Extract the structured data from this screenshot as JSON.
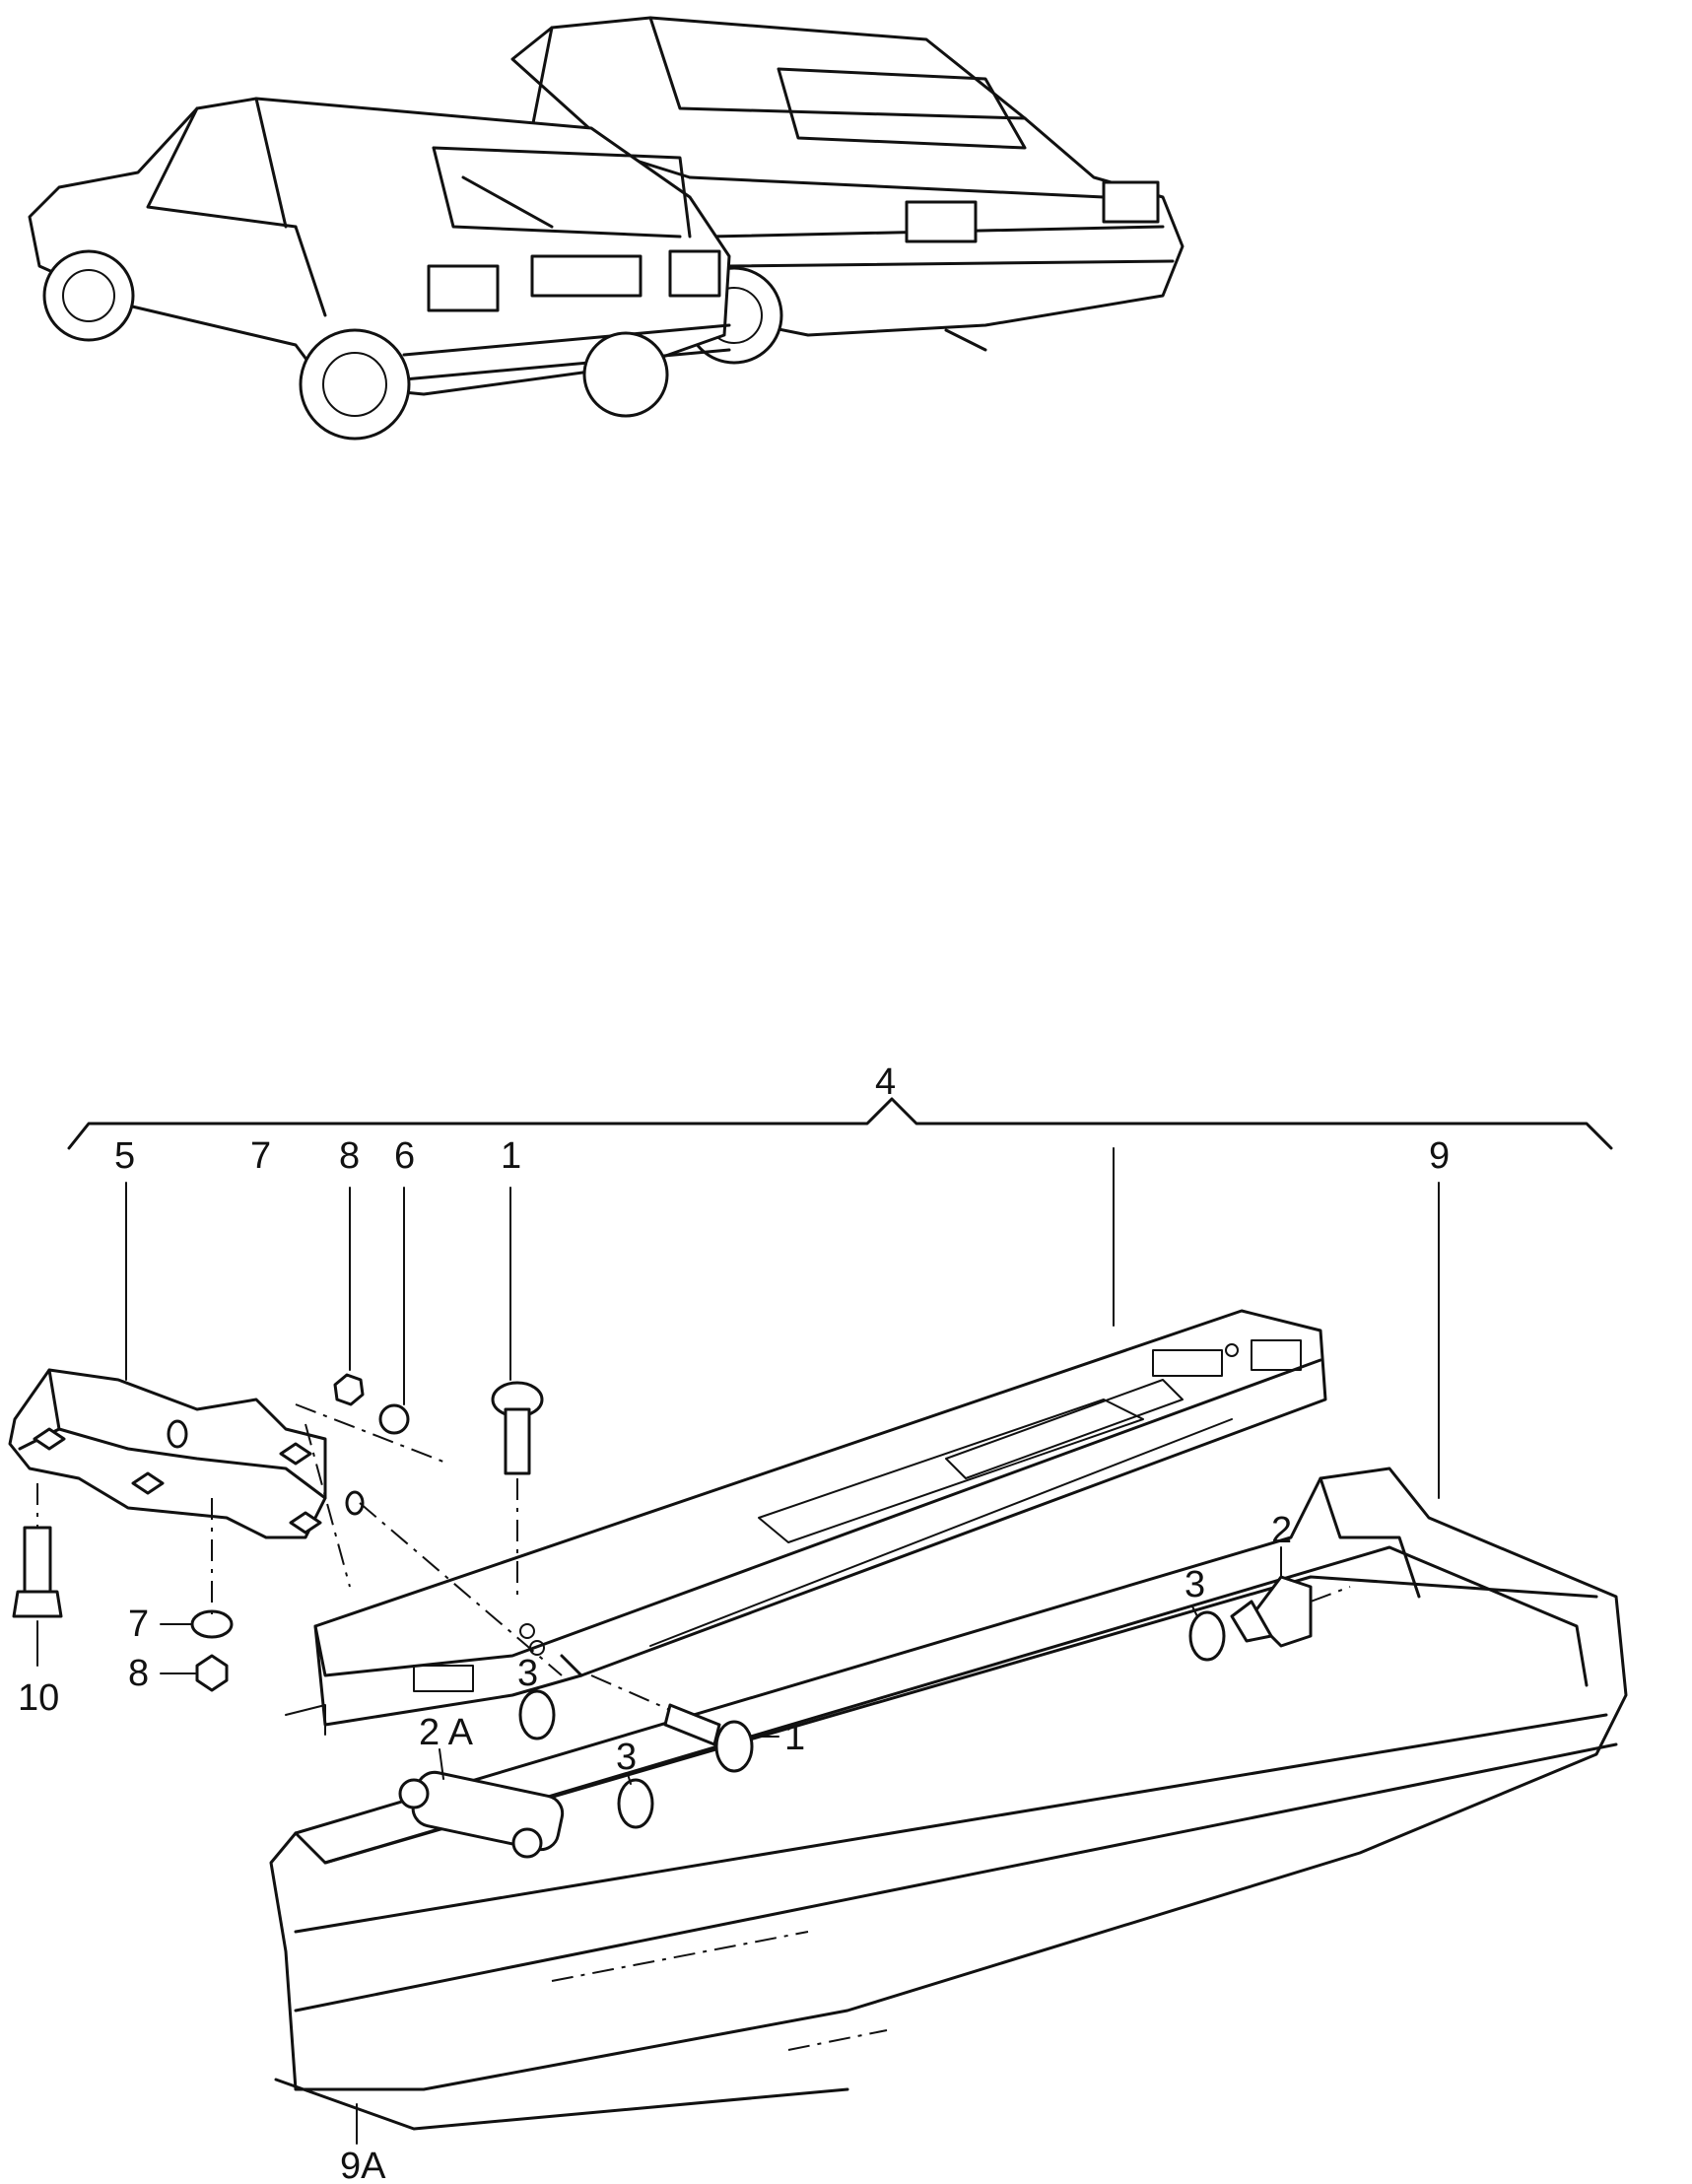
{
  "diagram": {
    "callouts": [
      {
        "id": "c4",
        "text": "4"
      },
      {
        "id": "c5",
        "text": "5"
      },
      {
        "id": "c7a",
        "text": "7"
      },
      {
        "id": "c8a",
        "text": "8"
      },
      {
        "id": "c6",
        "text": "6"
      },
      {
        "id": "c1a",
        "text": "1"
      },
      {
        "id": "c9",
        "text": "9"
      },
      {
        "id": "c2",
        "text": "2"
      },
      {
        "id": "c3a",
        "text": "3"
      },
      {
        "id": "c7b",
        "text": "7"
      },
      {
        "id": "c8b",
        "text": "8"
      },
      {
        "id": "c10",
        "text": "10"
      },
      {
        "id": "c1b",
        "text": "1"
      },
      {
        "id": "c2A",
        "text": "2 A"
      },
      {
        "id": "c3b",
        "text": "3"
      },
      {
        "id": "c3c",
        "text": "3"
      },
      {
        "id": "c9A",
        "text": "9A"
      }
    ]
  }
}
